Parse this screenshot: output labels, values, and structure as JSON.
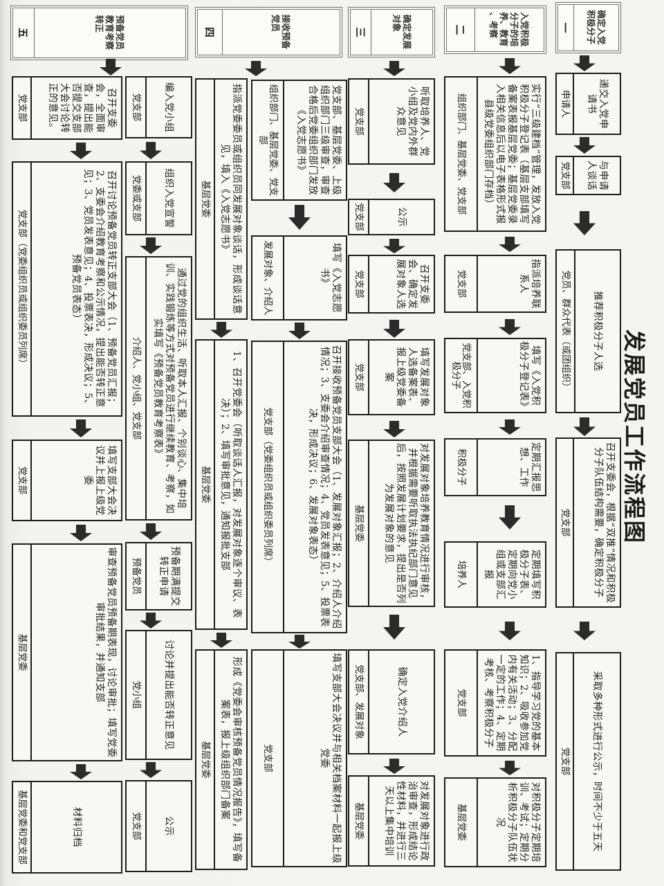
{
  "title": "发展党员工作流程图",
  "stages": [
    {
      "numeral": "一",
      "name": "确定入党积极分子",
      "tracks": [
        {
          "steps": [
            {
              "action": "递交入党申请书",
              "actor": "申请人"
            },
            {
              "action": "与申请人谈话",
              "actor": "党支部"
            },
            {
              "action": "推荐积极分子人选",
              "actor": "党员、群众代表（或团组织）"
            },
            {
              "action": "召开支委会，根据“双推”情况和积极分子队伍结构需要，确定积极分子",
              "actor": "党支部"
            },
            {
              "action": "采取多种形式进行公示，时间不少于五天",
              "actor": "党支部"
            }
          ]
        }
      ]
    },
    {
      "numeral": "二",
      "name": "入党积极分子的培养、教育、考察",
      "tracks": [
        {
          "steps": [
            {
              "action": "实行“三级建档”管理，发放入党积极分子登记表（基层支部填写备案表报基层党委；基层党委录入相关信息后以电子表格形式报县级党委组织部门存档）",
              "actor": "组织部门、基层党委、党支部"
            },
            {
              "action": "指派培养联系人",
              "actor": "党支部"
            },
            {
              "action": "填写《入党积极分子登记表》",
              "actor": "党支部、入党积极分子"
            },
            {
              "action": "定期汇报思想、工作",
              "actor": "积极分子"
            },
            {
              "action": "定期填写积极分子表、定期向党小组或支部汇报",
              "actor": "培养人"
            },
            {
              "action": "1、指导学习党的基本知识；2、吸收参加党内有关活动；3、分配一定的工作；4、定期考核、考察积极分子",
              "actor": "党支部"
            },
            {
              "action": "对积极分子定期培训、考试；定期分析积极分子队伍状况",
              "actor": "基层党委"
            }
          ]
        }
      ]
    },
    {
      "numeral": "三",
      "name": "确定发展对象",
      "tracks": [
        {
          "steps": [
            {
              "action": "听取培养人、党小组及党内外群众意见",
              "actor": "党支部"
            },
            {
              "action": "公示",
              "actor": "党支部"
            },
            {
              "action": "召开支委会、确定发展对象人选",
              "actor": "党支部"
            },
            {
              "action": "填写发展对象人选备案表、报上级党委备案",
              "actor": "党支部"
            },
            {
              "action": "对发展对象培养教育情况进行审核，并根据需要听取执法执纪部门意见后，按照发展计划要求，提出是否列为发展对象的意见",
              "actor": "基层党委"
            },
            {
              "action": "确定入党介绍人",
              "actor": "党支部、发展对象"
            },
            {
              "action": "对发展对象进行政治审查，形成结论性材料，并进行三天以上集中培训",
              "actor": "基层党委"
            }
          ]
        }
      ]
    },
    {
      "numeral": "四",
      "name": "接收预备党员",
      "tracks": [
        {
          "steps": [
            {
              "action": "党支部、基层党委、上级组织部门三级审查，审查合格后党委组织部门发放《入党志愿书》",
              "actor": "组织部门、基层党委、党支部"
            },
            {
              "action": "填写《入党志愿书》",
              "actor": "发展对象、介绍人"
            },
            {
              "action": "召开接收预备党员支部大会（1、发展对象汇报；2、介绍人介绍情况；3、支委会介绍审查情况；4、党员发表意见；5、投票表决，形成决议；6、发展对象表态）",
              "actor": "党支部（党委组织员或组织委员列席）"
            },
            {
              "action": "填写支部大会决议并与相关档案材料一起报上级党委",
              "actor": "党支部"
            }
          ]
        },
        {
          "steps": [
            {
              "action": "指派党委委员或组织员同发展对象谈话，形成谈话意见，填入《入党志愿书》",
              "actor": "基层党委"
            },
            {
              "action": "1、召开党委会（听取谈话人汇报，对发展对象逐个审议、表决）；2、填写审批意见，通知报批支部",
              "actor": "基层党委"
            },
            {
              "action": "形成《党委会审核预备党员情况报告》，填写备案表，报上级组织部门备案",
              "actor": "基层党委"
            }
          ]
        }
      ]
    },
    {
      "numeral": "五",
      "name": "预备党员教育考察转正",
      "tracks": [
        {
          "steps": [
            {
              "action": "编入党小组",
              "actor": "党支部"
            },
            {
              "action": "组织入党宣誓",
              "actor": "党委或支部"
            },
            {
              "action": "通过党的组织生活、听取本人汇报、个别谈心、集中培训、实践锻炼等方式对预备党员进行继续教育、考察，如实填写《预备党员教育考察表》",
              "actor": "介绍人、党小组、党支部"
            },
            {
              "action": "预备期满提交转正申请",
              "actor": "预备党员"
            },
            {
              "action": "讨论并提出能否转正意见",
              "actor": "党小组"
            },
            {
              "action": "公示",
              "actor": "党支部"
            }
          ]
        },
        {
          "steps": [
            {
              "action": "召开支委会，全面审查，提出能否提交支部大会讨论转正的意见。",
              "actor": "党支部"
            },
            {
              "action": "召开讨论预备党员转正支部大会（1、预备党员汇报；2、支委会介绍教育考察和公示情况，提出能否转正意见；3、党员发表意见；4、投票表决，形成决议；5、预备党员表态）",
              "actor": "党支部（党委组织员或组织委员列席）"
            },
            {
              "action": "填写支部大会决议并上报上级党委",
              "actor": "党支部"
            },
            {
              "action": "审查预备党员预备期表现，讨论审批；填写党委审批结果，并通知支部",
              "actor": "基层党委"
            },
            {
              "action": "材料归档",
              "actor": "基层党委和党支部"
            }
          ]
        }
      ]
    }
  ]
}
